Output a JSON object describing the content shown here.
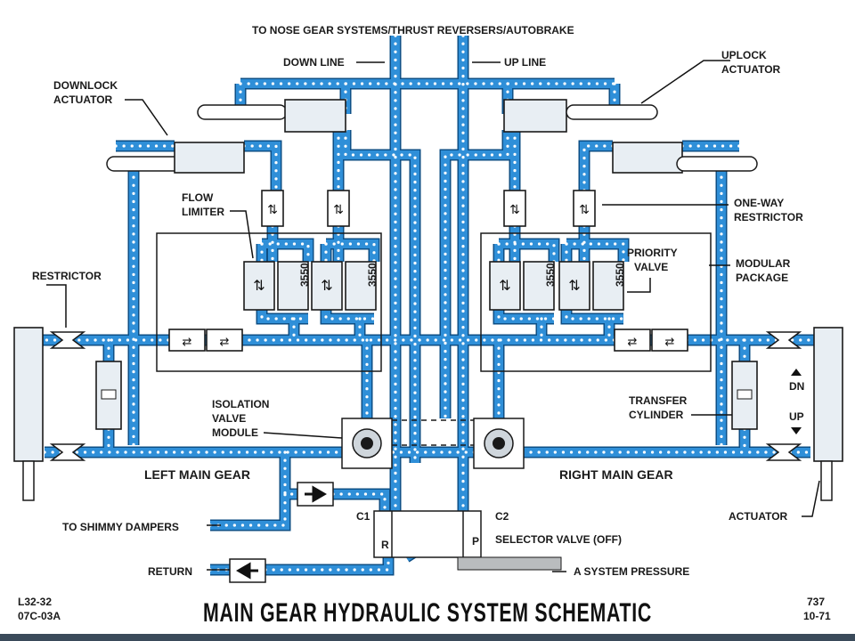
{
  "diagram": {
    "title": "MAIN GEAR HYDRAULIC SYSTEM SCHEMATIC",
    "ref_left_1": "L32-32",
    "ref_left_2": "07C-03A",
    "ref_right_1": "737",
    "ref_right_2": "10-71",
    "labels": {
      "top": "TO NOSE GEAR SYSTEMS/THRUST REVERSERS/AUTOBRAKE",
      "down_line": "DOWN LINE",
      "up_line": "UP LINE",
      "downlock_1": "DOWNLOCK",
      "downlock_2": "ACTUATOR",
      "uplock_1": "UPLOCK",
      "uplock_2": "ACTUATOR",
      "flow_limiter_1": "FLOW",
      "flow_limiter_2": "LIMITER",
      "one_way_1": "ONE-WAY",
      "one_way_2": "RESTRICTOR",
      "priority_1": "PRIORITY",
      "priority_2": "VALVE",
      "modular_1": "MODULAR",
      "modular_2": "PACKAGE",
      "restrictor": "RESTRICTOR",
      "isolation_1": "ISOLATION",
      "isolation_2": "VALVE",
      "isolation_3": "MODULE",
      "transfer_1": "TRANSFER",
      "transfer_2": "CYLINDER",
      "dn": "DN",
      "up": "UP",
      "left_main_gear": "LEFT MAIN GEAR",
      "right_main_gear": "RIGHT MAIN GEAR",
      "to_shimmy": "TO SHIMMY DAMPERS",
      "return": "RETURN",
      "actuator": "ACTUATOR",
      "c1": "C1",
      "c2": "C2",
      "r": "R",
      "p": "P",
      "selector": "SELECTOR VALVE (OFF)",
      "a_system": "A SYSTEM PRESSURE",
      "valve_rating": "3550"
    }
  }
}
